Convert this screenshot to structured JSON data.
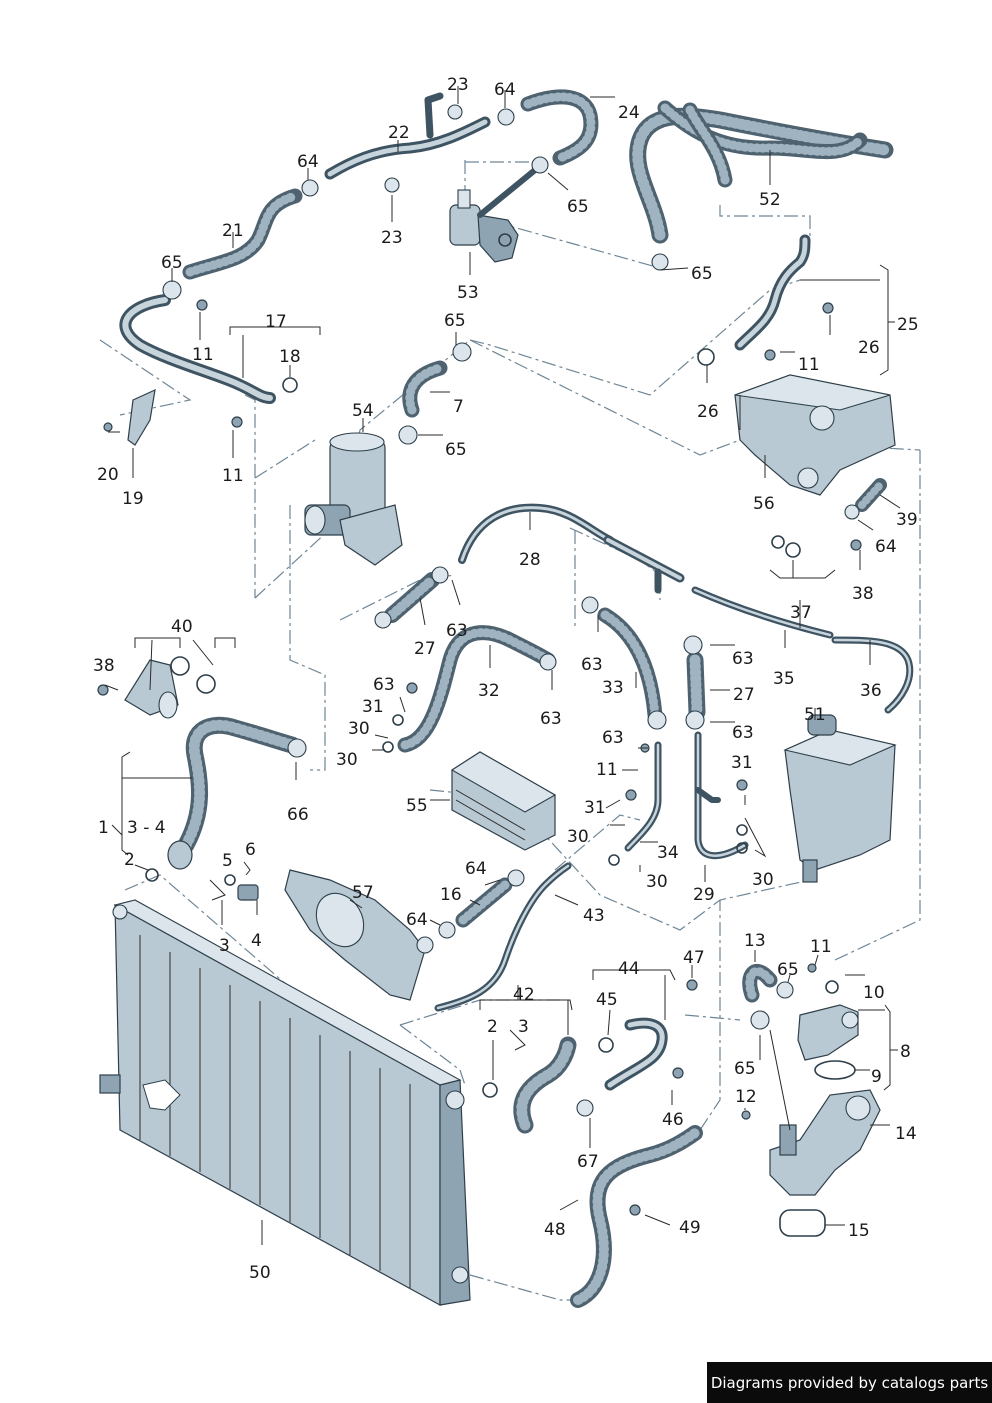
{
  "credit": "Diagrams provided by catalogs parts",
  "part_labels": [
    "1",
    "2",
    "3 - 4",
    "3",
    "4",
    "5",
    "6",
    "7",
    "8",
    "9",
    "10",
    "11",
    "11",
    "11",
    "11",
    "11",
    "12",
    "13",
    "14",
    "15",
    "16",
    "17",
    "18",
    "19",
    "20",
    "21",
    "22",
    "23",
    "23",
    "24",
    "25",
    "26",
    "26",
    "27",
    "27",
    "28",
    "29",
    "30",
    "30",
    "30",
    "30",
    "30",
    "31",
    "31",
    "31",
    "32",
    "33",
    "34",
    "35",
    "36",
    "37",
    "38",
    "38",
    "39",
    "40",
    "42",
    "2",
    "3",
    "43",
    "44",
    "45",
    "46",
    "47",
    "48",
    "49",
    "50",
    "51",
    "52",
    "53",
    "54",
    "55",
    "56",
    "57",
    "63",
    "63",
    "63",
    "63",
    "63",
    "63",
    "63",
    "63",
    "64",
    "64",
    "64",
    "64",
    "64",
    "65",
    "65",
    "65",
    "65",
    "65",
    "65",
    "65",
    "66",
    "67"
  ],
  "colors": {
    "part_fill": "#b9c9d3",
    "outline": "#2e3f4a",
    "hose_dots": "#9fb3c0",
    "dash_line": "#6f8696"
  }
}
